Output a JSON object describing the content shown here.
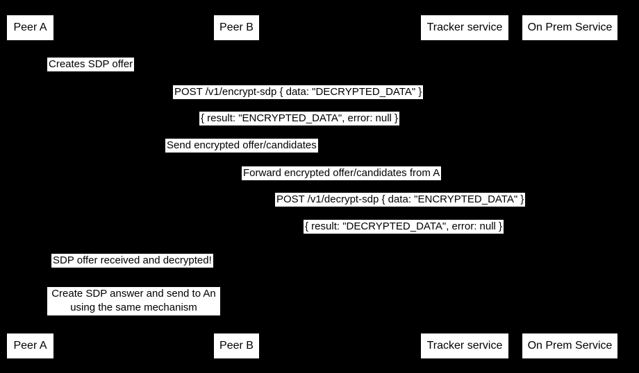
{
  "diagram_type": "sequence-diagram",
  "colors": {
    "background": "#000000",
    "label_background": "#ffffff",
    "label_text": "#000000"
  },
  "participants": [
    {
      "label": "Peer A"
    },
    {
      "label": "Peer B"
    },
    {
      "label": "Tracker service"
    },
    {
      "label": "On Prem Service"
    }
  ],
  "messages": [
    {
      "label": "Creates SDP offer"
    },
    {
      "label": "POST /v1/encrypt-sdp { data: \"DECRYPTED_DATA\" }"
    },
    {
      "label": "{ result: \"ENCRYPTED_DATA\", error: null }"
    },
    {
      "label": "Send encrypted offer/candidates"
    },
    {
      "label": "Forward encrypted offer/candidates from A"
    },
    {
      "label": "POST /v1/decrypt-sdp { data: \"ENCRYPTED_DATA\" }"
    },
    {
      "label": "{ result: \"DECRYPTED_DATA\", error: null }"
    },
    {
      "label": "SDP offer received and decrypted!"
    }
  ],
  "note": {
    "line1": "Create SDP answer and send to An",
    "line2": "using the same mechanism"
  }
}
